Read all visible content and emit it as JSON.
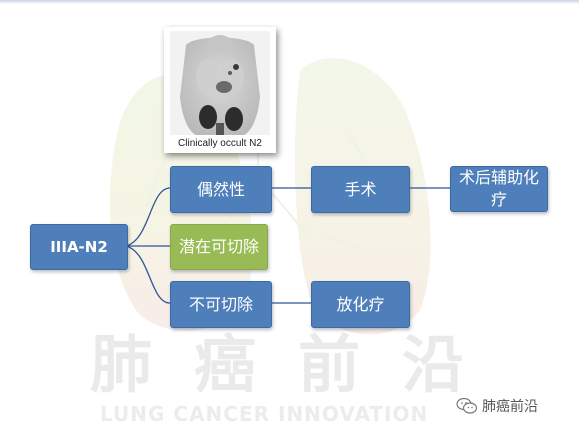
{
  "root": {
    "label": "IIIA-N2"
  },
  "image_caption": "Clinically occult N2",
  "branches": [
    {
      "label": "偶然性"
    },
    {
      "label": "潜在可切除"
    },
    {
      "label": "不可切除"
    }
  ],
  "treatments": [
    {
      "label": "手术"
    },
    {
      "label": "术后辅助化疗"
    },
    {
      "label": "放化疗"
    }
  ],
  "watermark": {
    "chinese": "肺癌前沿",
    "english": "LUNG CANCER INNOVATION"
  },
  "brand": {
    "label": "肺癌前沿",
    "icon": "wechat-icon"
  },
  "colors": {
    "blue_box": "#4f7fba",
    "green_box": "#99bb55",
    "connector": "#2f5597"
  }
}
